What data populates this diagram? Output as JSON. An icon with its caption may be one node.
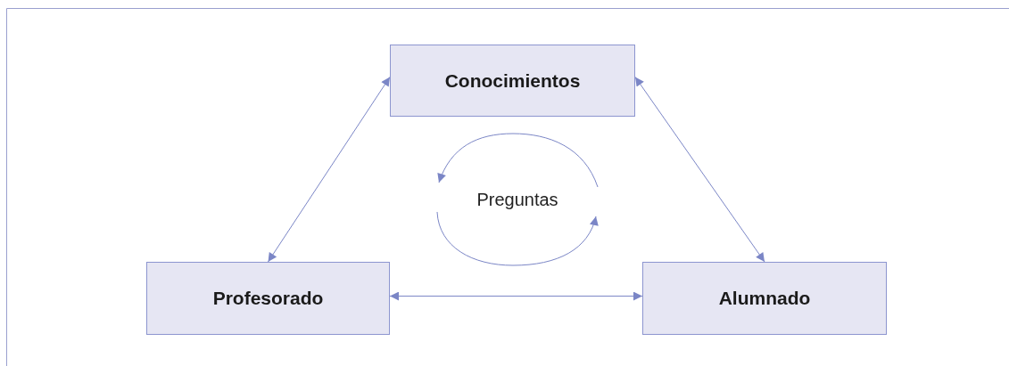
{
  "diagram": {
    "nodes": [
      {
        "text": [
          "Conocimientos"
        ]
      },
      {
        "text": [
          "Profesorado"
        ]
      },
      {
        "text": [
          "Alumnado"
        ]
      }
    ],
    "edges": [
      {
        "from": 0,
        "to": 1,
        "arrow": "both"
      },
      {
        "from": 0,
        "to": 2,
        "arrow": "both"
      },
      {
        "from": 1,
        "to": 2,
        "arrow": "both"
      }
    ],
    "labels": [
      "Preguntas"
    ]
  }
}
